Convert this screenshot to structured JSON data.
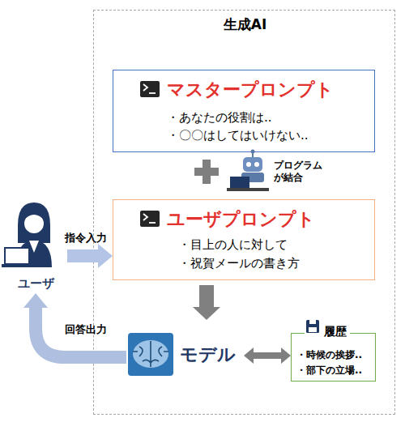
{
  "diagram": {
    "nodes": [
      {
        "text": [
          "生成AI"
        ]
      },
      {
        "text": [
          "マスタープロンプト",
          "・あなたの役割は..",
          "・〇〇はしてはいけない.."
        ],
        "in": 0
      },
      {
        "text": [
          "ユーザプロンプト",
          "・目上の人に対して",
          "・祝賀メールの書き方"
        ],
        "in": 0
      },
      {
        "text": [
          "ユーザ"
        ]
      },
      {
        "text": [
          "モデル"
        ],
        "in": 0
      },
      {
        "text": [
          "履歴",
          "・時候の挨拶..",
          "・部下の立場.."
        ],
        "in": 0
      }
    ],
    "edges": [
      {
        "from": 3,
        "to": 2,
        "label": "指令入力",
        "arrow": "to"
      },
      {
        "from": 2,
        "to": 4,
        "arrow": "to"
      },
      {
        "from": 4,
        "to": 5,
        "arrow": "both"
      },
      {
        "from": 4,
        "to": 3,
        "label": "回答出力",
        "arrow": "to"
      }
    ],
    "labels": [
      "プログラム が結合"
    ]
  }
}
